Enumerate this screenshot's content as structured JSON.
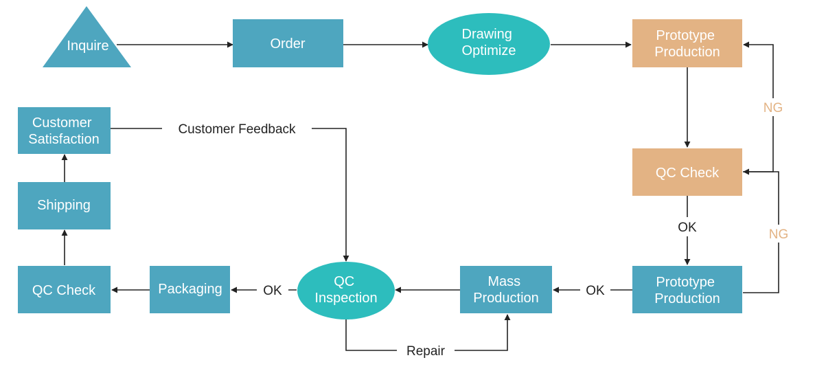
{
  "colors": {
    "blue": "#4ea6bf",
    "teal": "#2dbdbd",
    "orange": "#e3b384",
    "line": "#222222",
    "ng": "#e3b384"
  },
  "nodes": {
    "inquire": "Inquire",
    "order": "Order",
    "drawing_optimize": [
      "Drawing",
      "Optimize"
    ],
    "prototype_production_top": [
      "Prototype",
      "Production"
    ],
    "qc_check_right": "QC Check",
    "prototype_production_bottom": [
      "Prototype",
      "Production"
    ],
    "mass_production": [
      "Mass",
      "Production"
    ],
    "qc_inspection": [
      "QC",
      "Inspection"
    ],
    "packaging": "Packaging",
    "qc_check_left": "QC Check",
    "shipping": "Shipping",
    "customer_satisfaction": [
      "Customer",
      "Satisfaction"
    ]
  },
  "edge_labels": {
    "customer_feedback": "Customer Feedback",
    "ng_top": "NG",
    "ng_bottom": "NG",
    "ok_vertical": "OK",
    "ok_mass": "OK",
    "ok_packaging": "OK",
    "repair": "Repair"
  }
}
